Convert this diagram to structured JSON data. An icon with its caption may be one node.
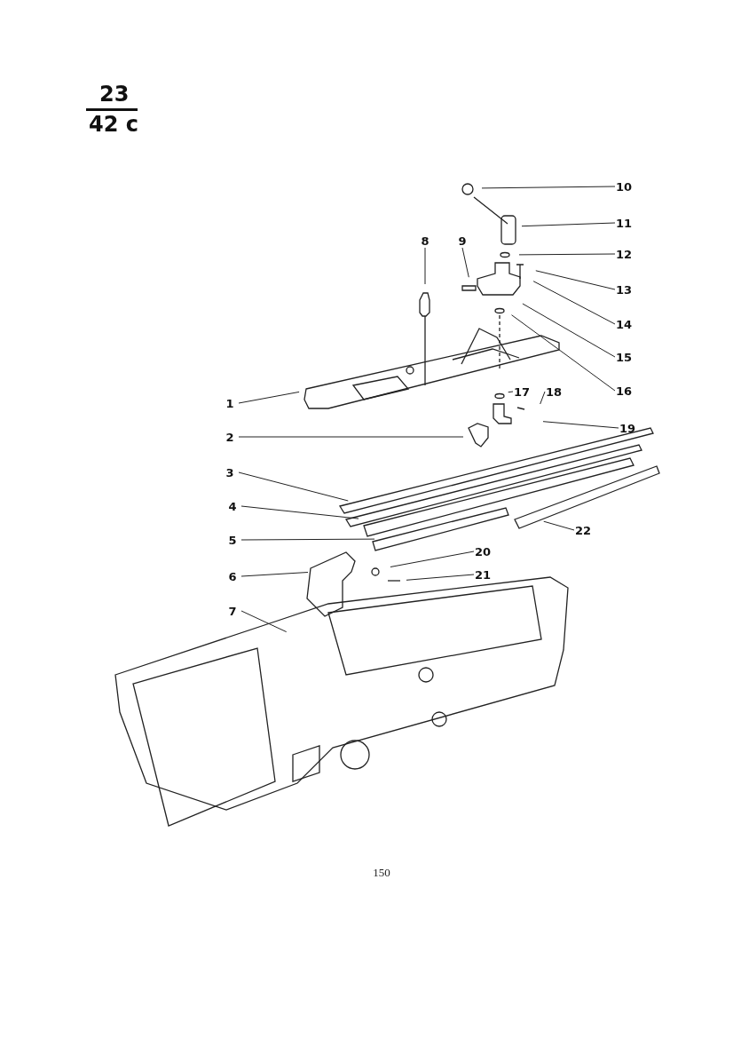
{
  "diagram": {
    "nodes": [
      {
        "text": [
          "1"
        ]
      },
      {
        "text": [
          "2"
        ]
      },
      {
        "text": [
          "3"
        ]
      },
      {
        "text": [
          "4"
        ]
      },
      {
        "text": [
          "5"
        ]
      },
      {
        "text": [
          "6"
        ]
      },
      {
        "text": [
          "7"
        ]
      },
      {
        "text": [
          "8"
        ]
      },
      {
        "text": [
          "9"
        ]
      },
      {
        "text": [
          "10"
        ]
      },
      {
        "text": [
          "11"
        ]
      },
      {
        "text": [
          "12"
        ]
      },
      {
        "text": [
          "13"
        ]
      },
      {
        "text": [
          "14"
        ]
      },
      {
        "text": [
          "15"
        ]
      },
      {
        "text": [
          "16"
        ]
      },
      {
        "text": [
          "17"
        ]
      },
      {
        "text": [
          "18"
        ]
      },
      {
        "text": [
          "19"
        ]
      },
      {
        "text": [
          "20"
        ]
      },
      {
        "text": [
          "21"
        ]
      },
      {
        "text": [
          "22"
        ]
      }
    ],
    "edges": [
      {
        "from": 0,
        "to": null,
        "arrow": "none"
      },
      {
        "from": 1,
        "to": null,
        "arrow": "none"
      },
      {
        "from": 2,
        "to": null,
        "arrow": "none"
      },
      {
        "from": 3,
        "to": null,
        "arrow": "none"
      },
      {
        "from": 4,
        "to": null,
        "arrow": "none"
      },
      {
        "from": 5,
        "to": null,
        "arrow": "none"
      },
      {
        "from": 6,
        "to": null,
        "arrow": "none"
      },
      {
        "from": 7,
        "to": null,
        "arrow": "none"
      },
      {
        "from": 8,
        "to": null,
        "arrow": "none"
      },
      {
        "from": 9,
        "to": null,
        "arrow": "none"
      },
      {
        "from": 10,
        "to": null,
        "arrow": "none"
      },
      {
        "from": 11,
        "to": null,
        "arrow": "none"
      },
      {
        "from": 12,
        "to": null,
        "arrow": "none"
      },
      {
        "from": 13,
        "to": null,
        "arrow": "none"
      },
      {
        "from": 14,
        "to": null,
        "arrow": "none"
      },
      {
        "from": 15,
        "to": null,
        "arrow": "none"
      },
      {
        "from": 16,
        "to": null,
        "arrow": "none"
      },
      {
        "from": 17,
        "to": null,
        "arrow": "none"
      },
      {
        "from": 18,
        "to": null,
        "arrow": "none"
      },
      {
        "from": 19,
        "to": null,
        "arrow": "none"
      },
      {
        "from": 20,
        "to": null,
        "arrow": "none"
      },
      {
        "from": 21,
        "to": null,
        "arrow": "none"
      }
    ],
    "labels": [
      "23",
      "42 c",
      "150"
    ]
  }
}
